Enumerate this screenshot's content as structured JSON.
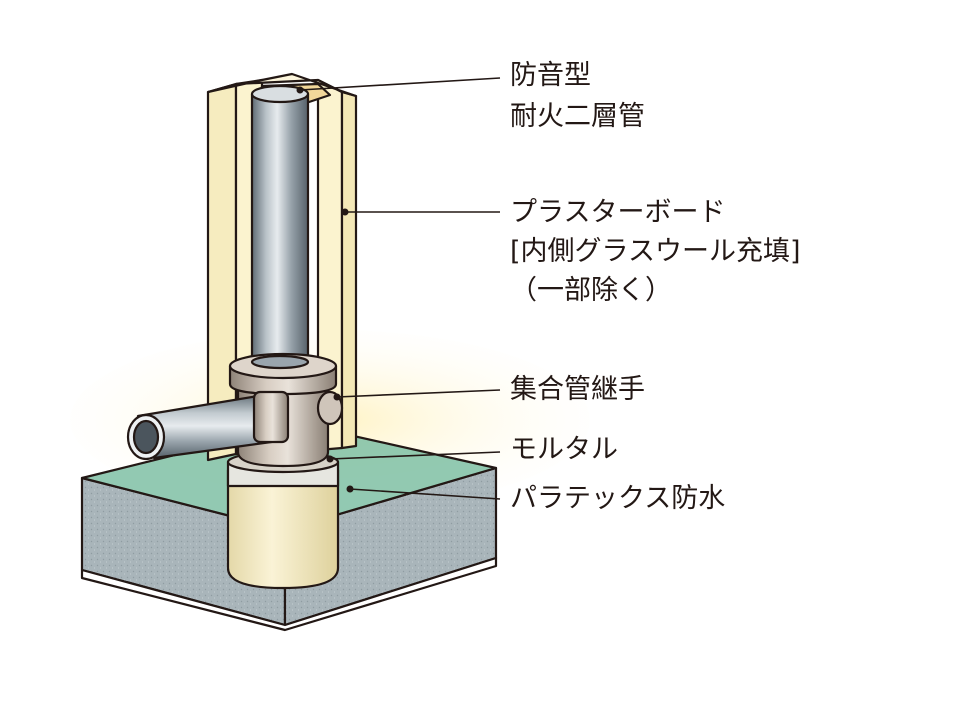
{
  "labels": {
    "pipe": [
      "防音型",
      "耐火二層管"
    ],
    "board": [
      "プラスターボード",
      "[内側グラスウール充填]",
      "（一部除く）"
    ],
    "joint": [
      "集合管継手"
    ],
    "mortar": [
      "モルタル"
    ],
    "waterproof": [
      "パラテックス防水"
    ]
  },
  "colors": {
    "outline": "#231815",
    "board": "#fbf3cf",
    "board_inner": "#fdf9e6",
    "pipe_gray": "#9aa5ad",
    "joint_beige": "#c9bdb0",
    "mortar": "#e6e6e0",
    "waterproof": "#7fbfa5",
    "slab": "#a8b4b9",
    "sleeve": "#f5ecc8",
    "glow": "#fff7d6"
  }
}
